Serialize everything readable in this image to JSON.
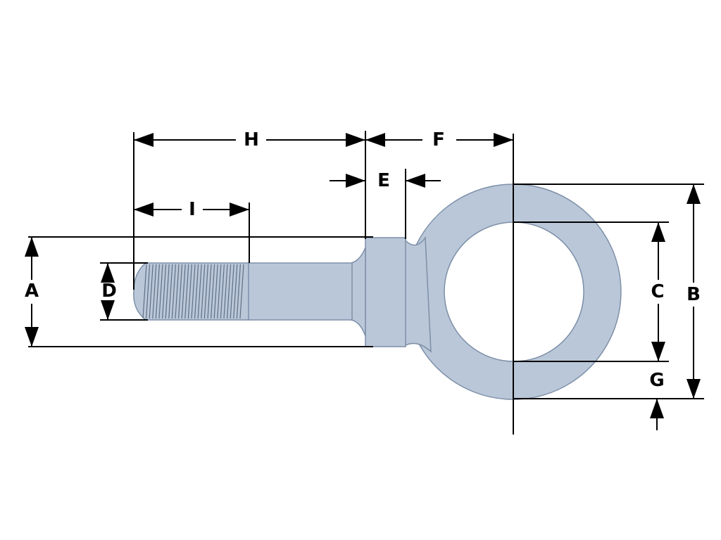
{
  "diagram": {
    "colors": {
      "part_fill": "#b9c7d8",
      "part_stroke": "#7d8fa8",
      "thread_stroke": "#5f6f86",
      "dimension_line": "#000000",
      "background": "#ffffff"
    },
    "labels": {
      "a": "A",
      "b": "B",
      "c": "C",
      "d": "D",
      "e": "E",
      "f": "F",
      "g": "G",
      "h": "H",
      "i": "I"
    }
  }
}
